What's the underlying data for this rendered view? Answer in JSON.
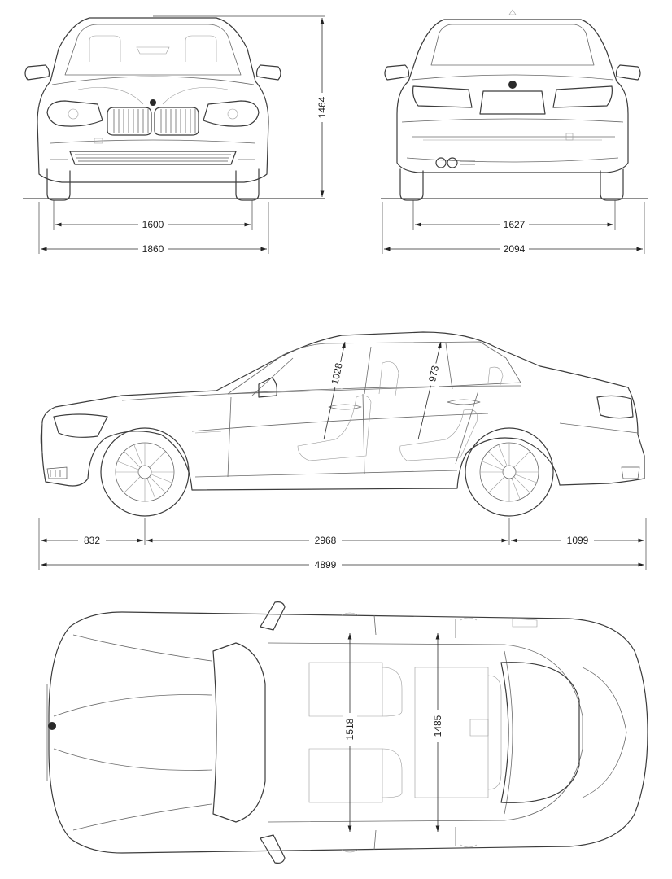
{
  "dimensions": {
    "front_track": "1600",
    "front_width": "1860",
    "height": "1464",
    "rear_track": "1627",
    "rear_width_mirrors": "2094",
    "front_headroom": "1028",
    "rear_headroom": "973",
    "front_overhang": "832",
    "wheelbase": "2968",
    "rear_overhang": "1099",
    "length": "4899",
    "front_shoulder_width": "1518",
    "rear_shoulder_width": "1485"
  },
  "colors": {
    "line": "#3c3c3c",
    "background": "#ffffff"
  }
}
